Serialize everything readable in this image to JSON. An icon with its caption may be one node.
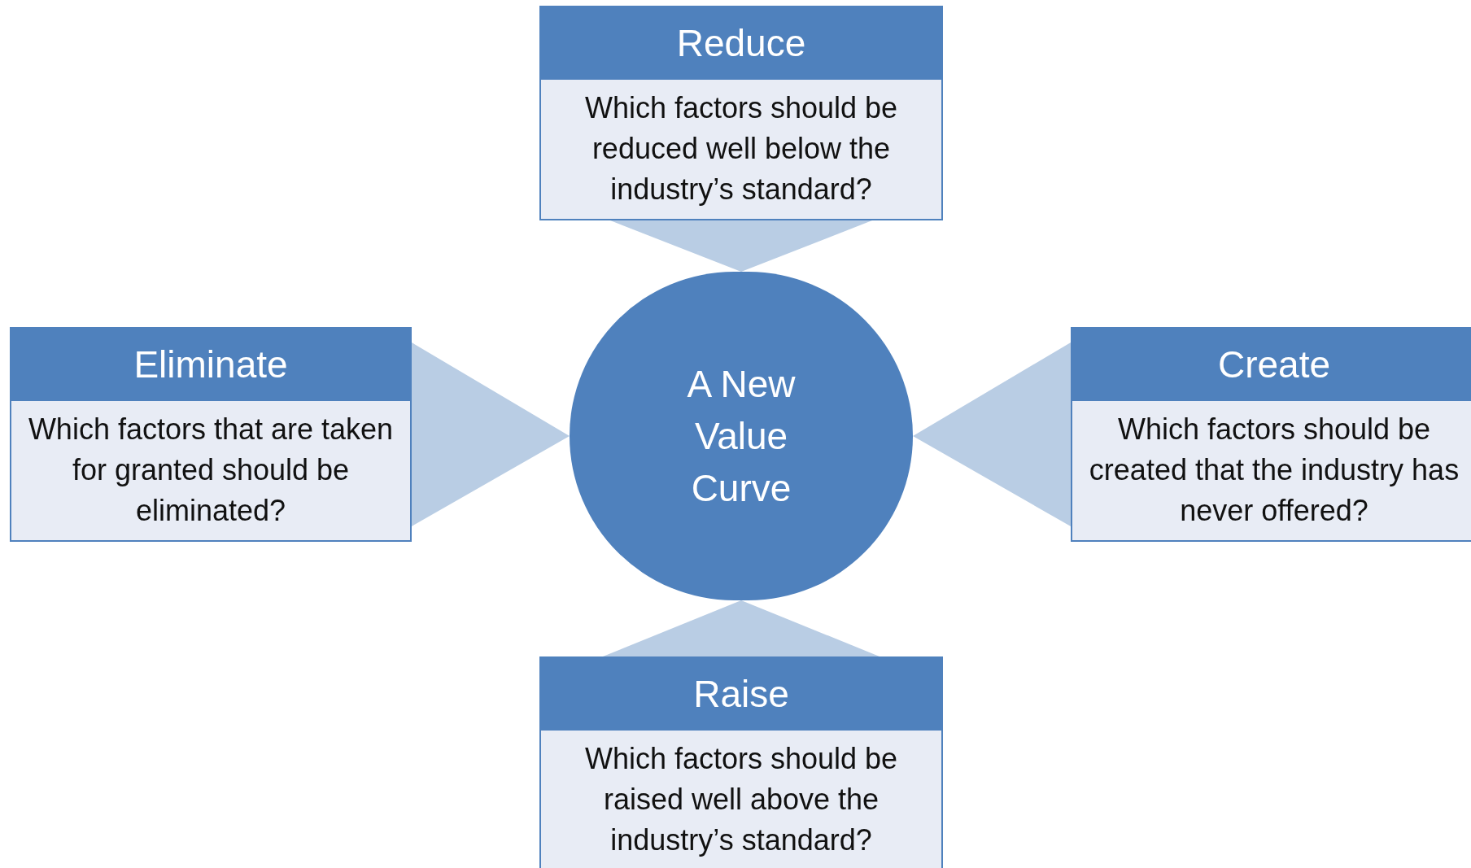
{
  "diagram": {
    "nodes": [
      {
        "text": [
          "Reduce",
          "Which factors should be reduced well below the industry’s standard?"
        ]
      },
      {
        "text": [
          "Eliminate",
          "Which factors that are taken for granted should be eliminated?"
        ]
      },
      {
        "text": [
          "A New Value Curve"
        ]
      },
      {
        "text": [
          "Create",
          "Which factors should be created that the industry has never offered?"
        ]
      },
      {
        "text": [
          "Raise",
          "Which factors should be raised well above the industry’s standard?"
        ]
      }
    ],
    "edges": [
      {
        "from": 0,
        "to": 2,
        "arrow": "to"
      },
      {
        "from": 1,
        "to": 2,
        "arrow": "to"
      },
      {
        "from": 3,
        "to": 2,
        "arrow": "to"
      },
      {
        "from": 4,
        "to": 2,
        "arrow": "to"
      }
    ]
  }
}
